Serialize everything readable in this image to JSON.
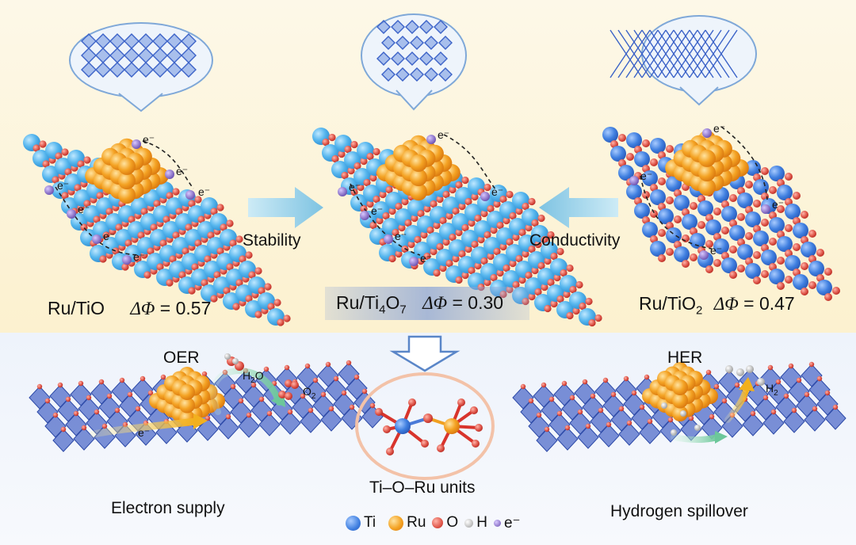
{
  "top": {
    "tio": {
      "formula": "Ru/TiO",
      "delta_symbol": "ΔΦ",
      "delta_value": "= 0.57"
    },
    "ti4o7": {
      "formula_main": "Ru/Ti",
      "sub1": "4",
      "formula_o": "O",
      "sub2": "7",
      "delta_symbol": "ΔΦ",
      "delta_value": "= 0.30"
    },
    "tio2": {
      "formula_main": "Ru/TiO",
      "sub": "2",
      "delta_symbol": "ΔΦ",
      "delta_value": "= 0.47"
    },
    "arrow_left_label": "Stability",
    "arrow_right_label": "Conductivity",
    "electron_label": "e⁻"
  },
  "bottom": {
    "oer": {
      "title": "OER",
      "h2o": "H",
      "h2o_sub": "2",
      "h2o_o": "O",
      "o2": "O",
      "o2_sub": "2",
      "electron": "e⁻",
      "caption": "Electron supply"
    },
    "center": {
      "caption": "Ti–O–Ru units"
    },
    "her": {
      "title": "HER",
      "h2": "H",
      "h2_sub": "2",
      "caption": "Hydrogen spillover"
    }
  },
  "legend": {
    "ti": "Ti",
    "ru": "Ru",
    "o": "O",
    "h": "H",
    "e": "e⁻",
    "colors": {
      "ti": "#3f7fe0",
      "ru": "#f08a1c",
      "o": "#d8342c",
      "h": "#b8b8b8",
      "e": "#7a5fb8",
      "lattice": "#5eb8ea",
      "octa": "#4a66c8"
    }
  }
}
